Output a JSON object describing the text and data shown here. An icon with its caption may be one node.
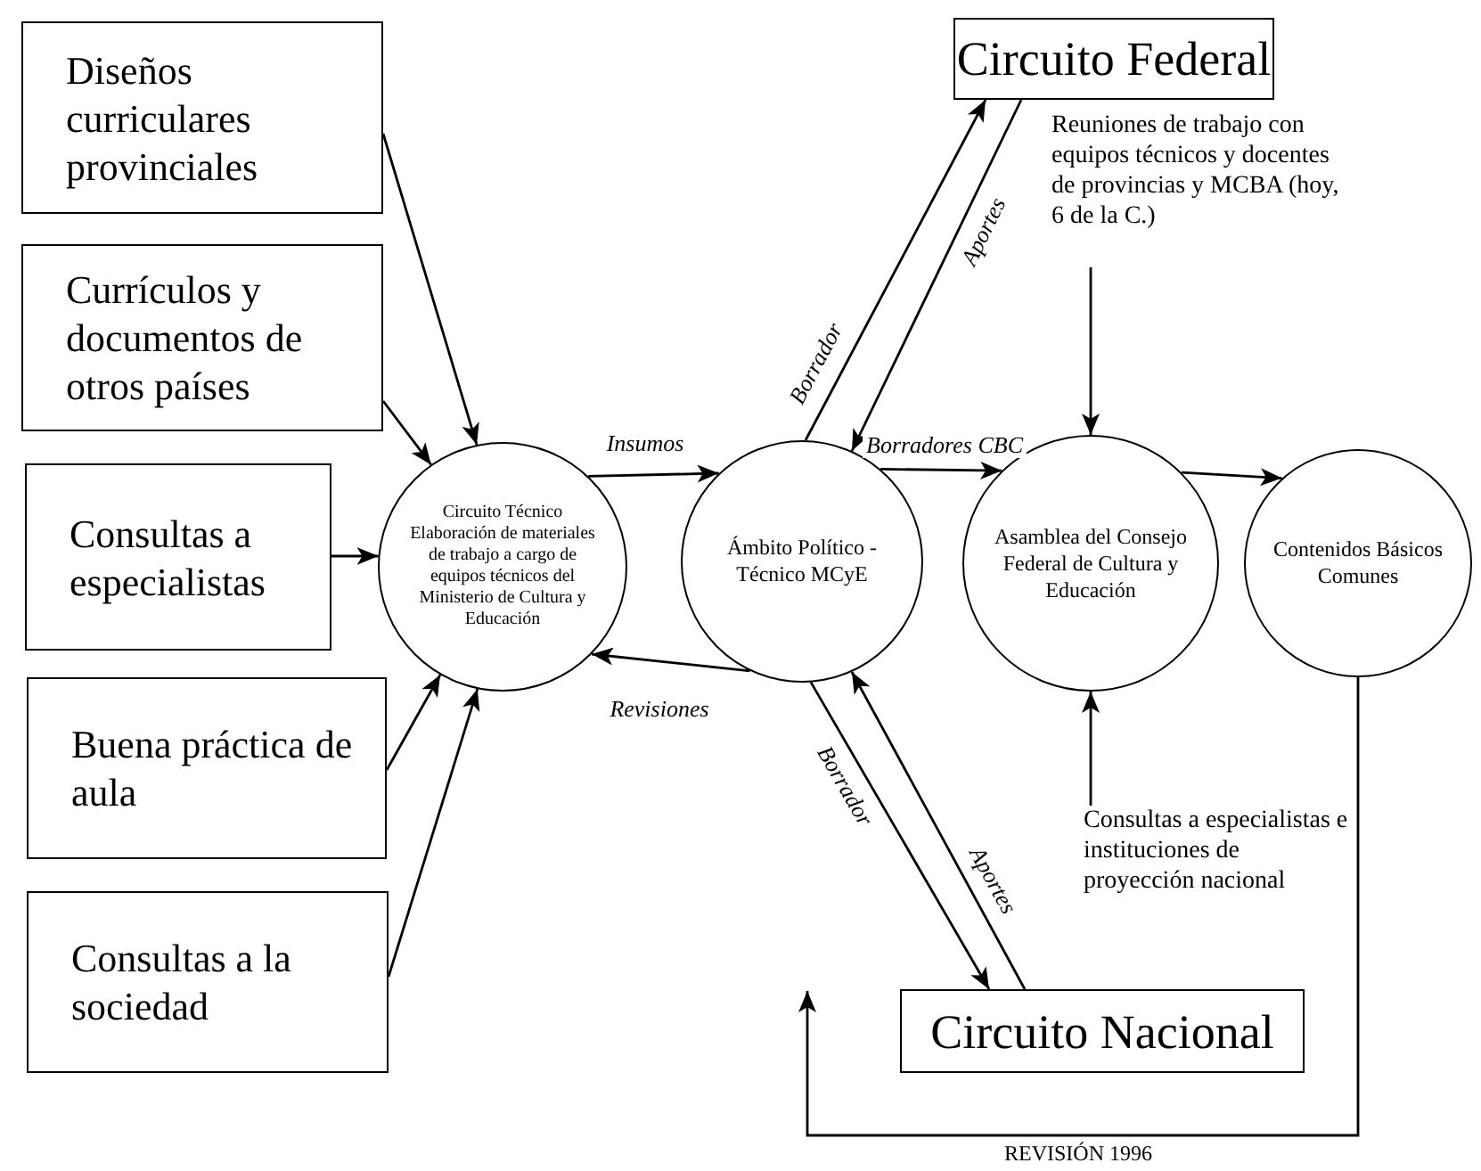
{
  "diagram": {
    "nodes": [
      {
        "text": [
          "Diseños curriculares provinciales"
        ]
      },
      {
        "text": [
          "Currículos y documentos de otros países"
        ]
      },
      {
        "text": [
          "Consultas a especialistas"
        ]
      },
      {
        "text": [
          "Buena práctica de aula"
        ]
      },
      {
        "text": [
          "Consultas a la sociedad"
        ]
      },
      {
        "text": [
          "Circuito Técnico",
          "Elaboración de materiales de trabajo a cargo de equipos técnicos del Ministerio de Cultura y Educación"
        ]
      },
      {
        "text": [
          "Ámbito Político -Técnico MCyE"
        ]
      },
      {
        "text": [
          "Circuito Federal"
        ]
      },
      {
        "text": [
          "Reuniones de trabajo con equipos técnicos y docentes de provincias y MCBA (hoy, 6 de la C.)"
        ]
      },
      {
        "text": [
          "Asamblea del Consejo Federal de Cultura y Educación"
        ]
      },
      {
        "text": [
          "Contenidos Básicos Comunes"
        ]
      },
      {
        "text": [
          "Consultas a especialistas e instituciones de proyección nacional"
        ]
      },
      {
        "text": [
          "Circuito Nacional"
        ]
      }
    ],
    "edges": [
      {
        "from": 0,
        "to": 5,
        "arrow": "to"
      },
      {
        "from": 1,
        "to": 5,
        "arrow": "to"
      },
      {
        "from": 2,
        "to": 5,
        "arrow": "to"
      },
      {
        "from": 3,
        "to": 5,
        "arrow": "to"
      },
      {
        "from": 4,
        "to": 5,
        "arrow": "to"
      },
      {
        "from": 5,
        "to": 6,
        "arrow": "to",
        "label": "Insumos"
      },
      {
        "from": 6,
        "to": 5,
        "arrow": "to",
        "label": "Revisiones"
      },
      {
        "from": 6,
        "to": 7,
        "arrow": "to",
        "label": "Borrador"
      },
      {
        "from": 7,
        "to": 6,
        "arrow": "to",
        "label": "Aportes"
      },
      {
        "from": 6,
        "to": 12,
        "arrow": "to",
        "label": "Borrador"
      },
      {
        "from": 12,
        "to": 6,
        "arrow": "to",
        "label": "Aportes"
      },
      {
        "from": 6,
        "to": 9,
        "arrow": "to",
        "label": "Borradores CBC"
      },
      {
        "from": 9,
        "to": 10,
        "arrow": "to"
      },
      {
        "from": 8,
        "to": 9,
        "arrow": "to"
      },
      {
        "from": 11,
        "to": 9,
        "arrow": "to"
      },
      {
        "from": 10,
        "to": null,
        "arrow": "to",
        "label": "REVISIÓN 1996"
      }
    ]
  }
}
